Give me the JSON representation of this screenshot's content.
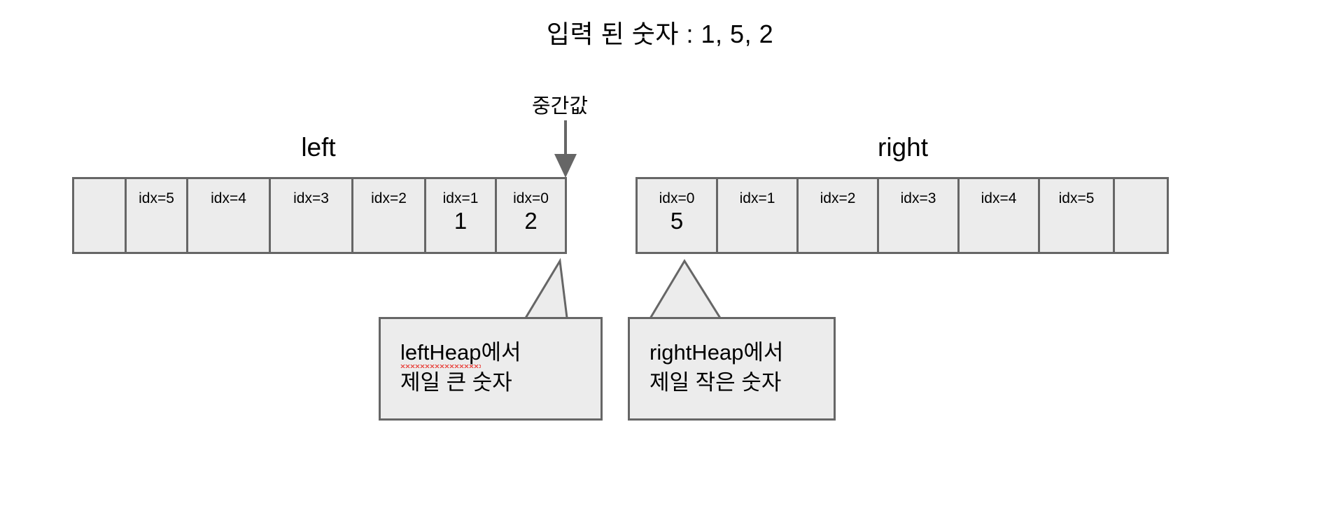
{
  "title": "입력 된 숫자 : 1, 5, 2",
  "median": {
    "label": "중간값",
    "arrow_icon": "arrow-down-icon",
    "points_to": "left.idx=0"
  },
  "colors": {
    "cell_fill": "#ececec",
    "cell_border": "#666666",
    "arrow": "#666666",
    "text": "#000000",
    "spellcheck_underline": "#e8352e"
  },
  "left_heap": {
    "label": "left",
    "cells": [
      {
        "idx": "",
        "value": ""
      },
      {
        "idx": "idx=5",
        "value": ""
      },
      {
        "idx": "idx=4",
        "value": ""
      },
      {
        "idx": "idx=3",
        "value": ""
      },
      {
        "idx": "idx=2",
        "value": ""
      },
      {
        "idx": "idx=1",
        "value": "1"
      },
      {
        "idx": "idx=0",
        "value": "2"
      }
    ],
    "callout": {
      "line1": "leftHeap에서",
      "line1_misspelled": "leftHeap",
      "line1_rest": "에서",
      "line2": "제일 큰 숫자"
    }
  },
  "right_heap": {
    "label": "right",
    "cells": [
      {
        "idx": "idx=0",
        "value": "5"
      },
      {
        "idx": "idx=1",
        "value": ""
      },
      {
        "idx": "idx=2",
        "value": ""
      },
      {
        "idx": "idx=3",
        "value": ""
      },
      {
        "idx": "idx=4",
        "value": ""
      },
      {
        "idx": "idx=5",
        "value": ""
      },
      {
        "idx": "",
        "value": ""
      }
    ],
    "callout": {
      "line1": "rightHeap에서",
      "line2": "제일 작은 숫자"
    }
  }
}
